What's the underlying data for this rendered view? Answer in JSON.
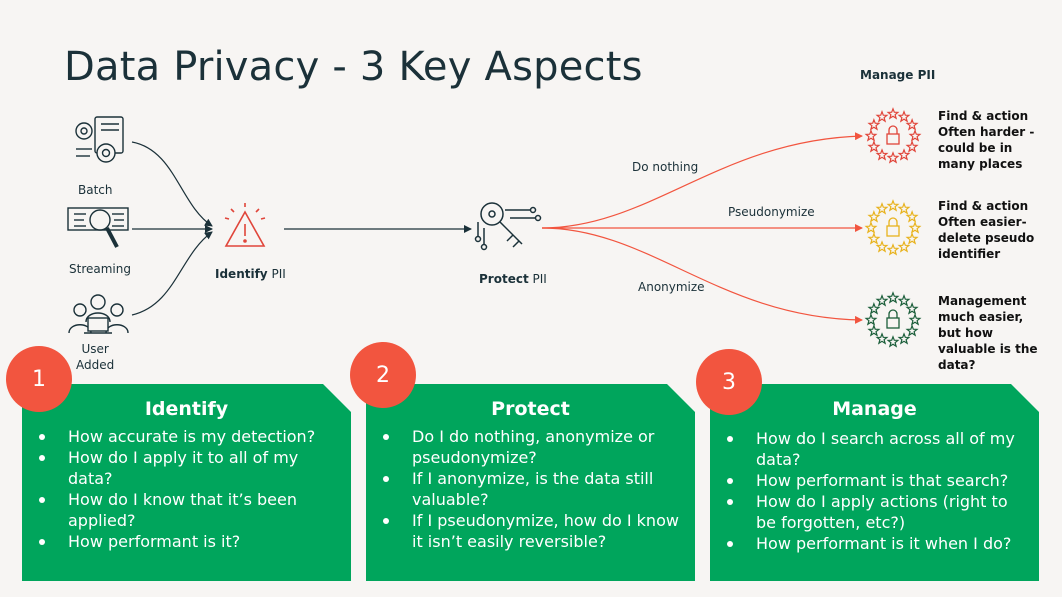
{
  "title": "Data Privacy - 3 Key Aspects",
  "colors": {
    "background": "#f7f5f3",
    "card": "#00a55c",
    "badge": "#f2553f",
    "line_red": "#f2553f",
    "line_dark": "#1b3139",
    "star_red": "#e0453a",
    "star_yellow": "#e8b21d",
    "star_green": "#1b5e3a"
  },
  "sources": [
    {
      "label": "Batch",
      "icon": "gears-document-icon"
    },
    {
      "label": "Streaming",
      "icon": "data-magnifier-icon"
    },
    {
      "label": "User\nAdded",
      "icon": "users-laptop-icon"
    }
  ],
  "identify_node": {
    "bold": "Identify",
    "rest": " PII",
    "icon": "warning-triangle-icon"
  },
  "protect_node": {
    "bold": "Protect",
    "rest": " PII",
    "icon": "key-circuit-icon"
  },
  "manage_header": "Manage PII",
  "branches": [
    {
      "label": "Do nothing",
      "result": "Find & action\nOften harder -\ncould be in\nmany places",
      "star_color": "red"
    },
    {
      "label": "Pseudonymize",
      "result": "Find & action\nOften easier-\ndelete pseudo\nidentifier",
      "star_color": "yellow"
    },
    {
      "label": "Anonymize",
      "result": "Management\nmuch easier,\nbut how\nvaluable is the\ndata?",
      "star_color": "green"
    }
  ],
  "cards": [
    {
      "number": "1",
      "title": "Identify",
      "bullets": [
        "How accurate is my detection?",
        "How do I apply it to all of my data?",
        "How do I know that it’s been applied?",
        "How performant is it?"
      ]
    },
    {
      "number": "2",
      "title": "Protect",
      "bullets": [
        "Do I do nothing, anonymize or pseudonymize?",
        "If I anonymize, is the data still valuable?",
        "If I pseudonymize, how do I know it isn’t easily reversible?"
      ]
    },
    {
      "number": "3",
      "title": "Manage",
      "bullets": [
        "How do I search across all of my data?",
        "How performant is that search?",
        "How do I apply actions (right to be forgotten, etc?)",
        "How performant is it when I do?"
      ]
    }
  ]
}
